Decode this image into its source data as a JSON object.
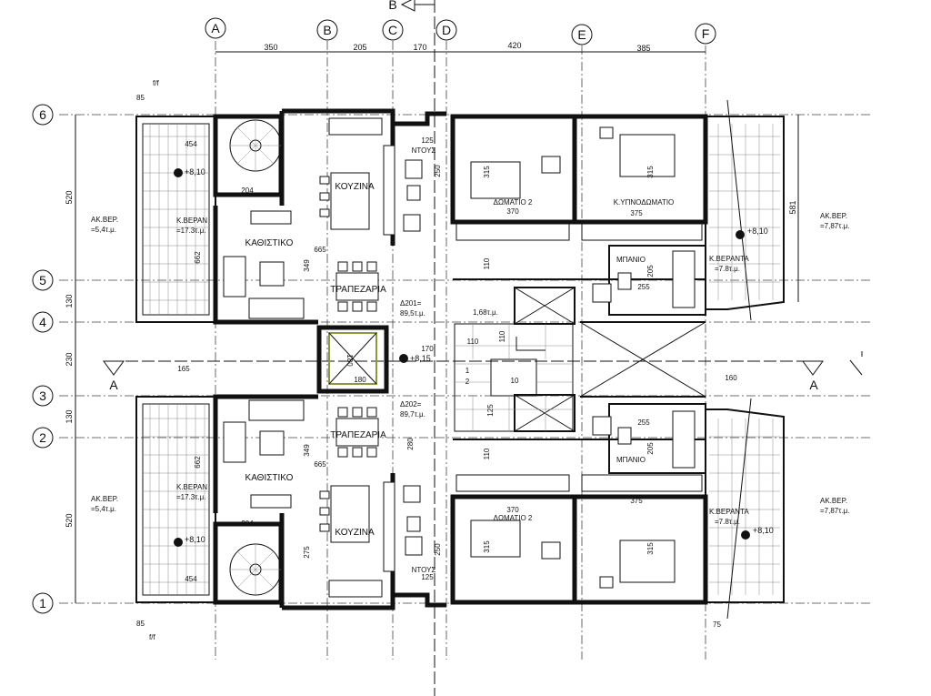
{
  "axes": {
    "columns": [
      "A",
      "B",
      "C",
      "D",
      "E",
      "F"
    ],
    "rows": [
      "6",
      "5",
      "4",
      "3",
      "2",
      "1"
    ]
  },
  "section_marker": "B",
  "section_label": "A",
  "dims_top": [
    "350",
    "205",
    "170",
    "420",
    "385"
  ],
  "dims_misc": {
    "d85_top": "85",
    "ff_top": "f/f",
    "d85_bot": "85",
    "ff_bot": "f/f",
    "d75": "75",
    "d165": "165",
    "d160": "160",
    "d520_top": "520",
    "d130_a": "130",
    "d230": "230",
    "d130_b": "130",
    "d520_bot": "520",
    "d581": "581",
    "d454_top": "454",
    "d204_top": "204",
    "d662_top": "662",
    "d665_top": "665",
    "d349_top": "349",
    "d454_bot": "454",
    "d204_bot": "204",
    "d662_bot": "662",
    "d665_bot": "665",
    "d349_bot": "349",
    "d125_top": "125",
    "d250_top": "250",
    "d315_a": "315",
    "d315_b": "315",
    "d370_top": "370",
    "d375_top": "375",
    "d110_a": "110",
    "d205_top": "205",
    "d255_top": "255",
    "d125_bot": "125",
    "d250_bot": "250",
    "d315_c": "315",
    "d315_d": "315",
    "d370_bot": "370",
    "d375_bot": "375",
    "d110_b": "110",
    "d205_bot": "205",
    "d255_bot": "255",
    "d280": "280",
    "d275": "275",
    "d170_mid": "170",
    "d110_mid": "110",
    "d110_v": "110",
    "d180_v": "180",
    "d180_h": "180",
    "d125_mid": "125",
    "s1": "1",
    "s2": "2",
    "s10": "10"
  },
  "levels": {
    "l1": "+8,10",
    "l2": "+8,10",
    "l3": "+8,15",
    "l4": "+8,10",
    "l5": "+8,10"
  },
  "rooms": {
    "ak_ver_tl": "ΑΚ.ΒΕΡ.",
    "ak_ver_tl_area": "=5,4τ.μ.",
    "k_veran_tl": "Κ.ΒΕΡΑΝ",
    "k_veran_tl_area": "=17.3τ.μ.",
    "kouzina_top": "ΚΟΥΖΙΝΑ",
    "kathistiko_top": "ΚΑΘΙΣΤΙΚΟ",
    "trapezaria_top": "ΤΡΑΠΕΖΑΡΙΑ",
    "ntous_top": "ΝΤΟΥΣ",
    "domatio2_top": "ΔΩΜΑΤΙΟ 2",
    "k_ypnod": "Κ.ΥΠΝΟΔΩΜΑΤΙΟ",
    "mpanio_top": "ΜΠΑΝΙΟ",
    "k_veranta_tr": "Κ.ΒΕΡΑΝΤΑ",
    "k_veranta_tr_area": "=7.8τ.μ.",
    "ak_ver_tr": "ΑΚ.ΒΕΡ.",
    "ak_ver_tr_area": "=7,87τ.μ.",
    "d201": "Δ201=",
    "d201_area": "89,5τ.μ.",
    "lift_area": "1,68τ.μ.",
    "d202": "Δ202=",
    "d202_area": "89,7τ.μ.",
    "trapezaria_bot": "ΤΡΑΠΕΖΑΡΙΑ",
    "kathistiko_bot": "ΚΑΘΙΣΤΙΚΟ",
    "kouzina_bot": "ΚΟΥΖΙΝΑ",
    "ak_ver_bl": "ΑΚ.ΒΕΡ.",
    "ak_ver_bl_area": "=5,4τ.μ.",
    "k_veran_bl": "Κ.ΒΕΡΑΝ",
    "k_veran_bl_area": "=17.3τ.μ.",
    "ntous_bot": "ΝΤΟΥΣ",
    "domatio2_bot": "ΔΩΜΑΤΙΟ 2",
    "mpanio_bot": "ΜΠΑΝΙΟ",
    "k_veranta_br": "Κ.ΒΕΡΑΝΤΑ",
    "k_veranta_br_area": "=7.8τ.μ.",
    "ak_ver_br": "ΑΚ.ΒΕΡ.",
    "ak_ver_br_area": "=7,87τ.μ."
  }
}
